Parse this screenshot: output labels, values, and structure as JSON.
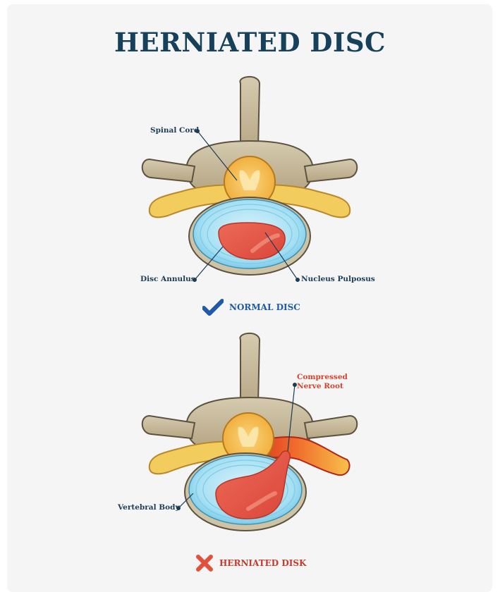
{
  "title": "HERNIATED DISC",
  "normal": {
    "status_label": "NORMAL DISC",
    "status_icon": "checkmark-icon",
    "status_color": "#1e5aa8",
    "labels": {
      "spinal_cord": "Spinal Cord",
      "disc_annulus": "Disc Annulus",
      "nucleus_pulposus": "Nucleus Pulposus"
    }
  },
  "herniated": {
    "status_label": "HERNIATED DISK",
    "status_icon": "cross-icon",
    "status_color": "#c73a2a",
    "labels": {
      "compressed_line1": "Compressed",
      "compressed_line2": "Nerve Root",
      "vertebral_body": "Vertebral Body"
    }
  },
  "colors": {
    "title": "#17405a",
    "bone": "#c9bb9c",
    "nerve": "#f3cc5e",
    "disc_ring": "#8fd6ef",
    "nucleus": "#e4584a",
    "compressed_nerve": "#e8432a"
  }
}
